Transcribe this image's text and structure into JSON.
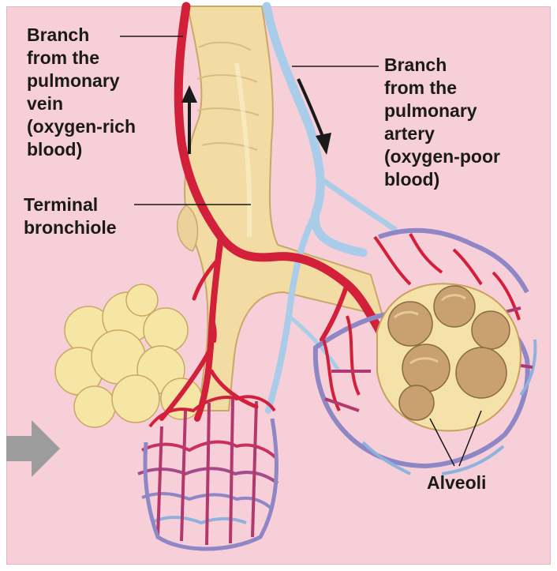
{
  "labels": {
    "vein": "Branch\nfrom the\npulmonary\nvein\n(oxygen-rich\nblood)",
    "artery": "Branch\nfrom the\npulmonary\nartery\n(oxygen-poor\nblood)",
    "bronchiole": "Terminal\nbronchiole",
    "alveoli": "Alveoli"
  },
  "colors": {
    "background": "#f7cfd9",
    "oxygen_rich_vessel": "#d3203a",
    "oxygen_poor_vessel": "#a9cce8",
    "capillary_mixed": "#8f86c6",
    "bronchiole_tissue": "#f2dca4",
    "alveolus_interior": "#c9a070",
    "alveolar_sac_exterior": "#f4e2a8",
    "pointer_arrow": "#9c9c9c"
  },
  "icons": {
    "vein_flow": "arrow-up-icon",
    "artery_flow": "arrow-down-icon",
    "side_pointer": "arrow-right-icon"
  }
}
